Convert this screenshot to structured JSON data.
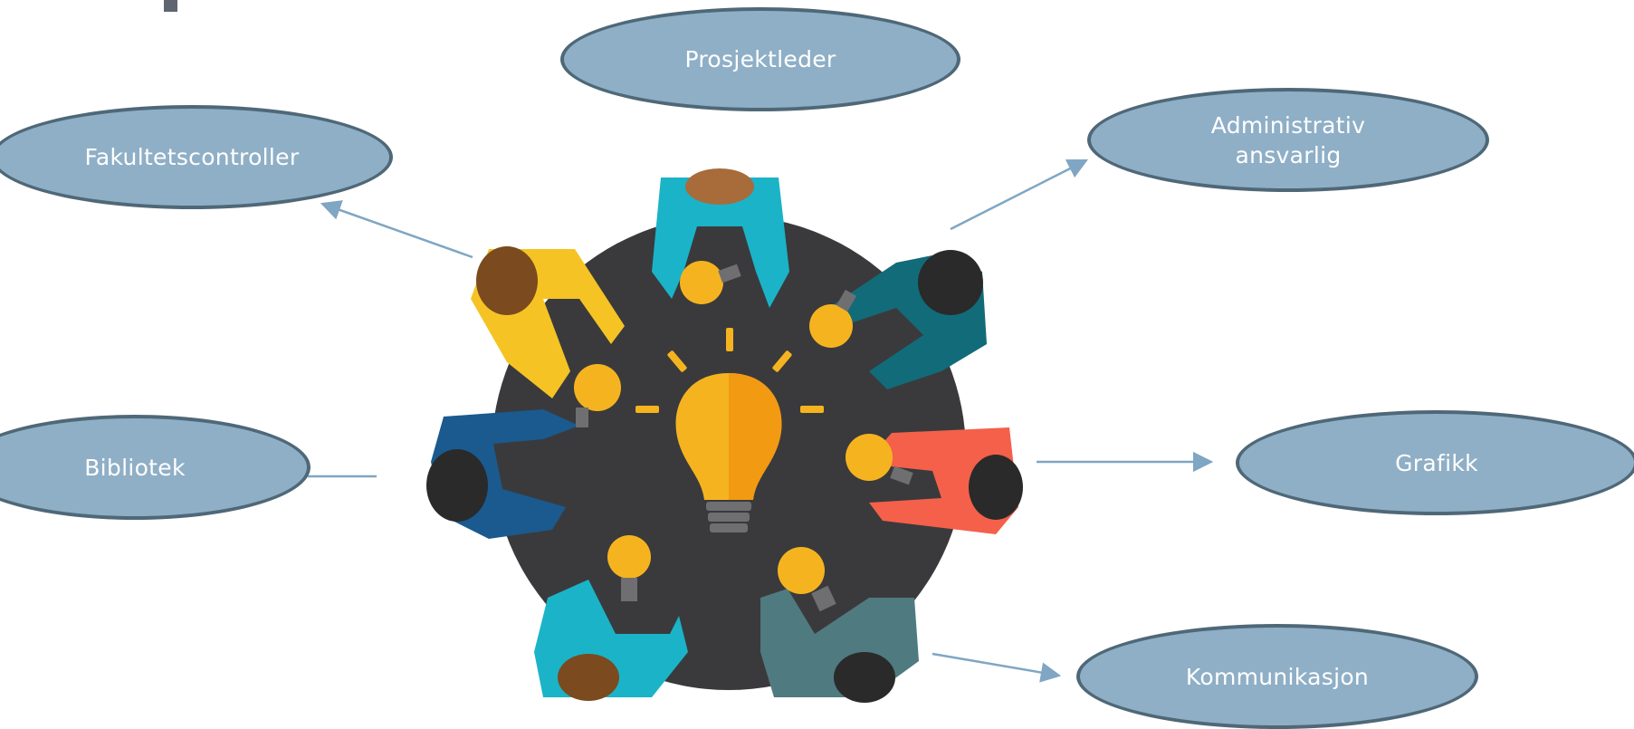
{
  "colors": {
    "node_fill": "#8fafc6",
    "node_border": "#4f6878",
    "arrow": "#7fa6c3",
    "table": "#3a3a3c",
    "bulb": "#f5b41f",
    "bulb_dark": "#f29a12",
    "bulb_base": "#6f6f71"
  },
  "roles": {
    "prosjektleder": "Prosjektleder",
    "fakultetscontroller": "Fakultetscontroller",
    "administrativ_line1": "Administrativ",
    "administrativ_line2": "ansvarlig",
    "bibliotek": "Bibliotek",
    "grafikk": "Grafikk",
    "kommunikasjon": "Kommunikasjon"
  },
  "illustration": {
    "subject": "team-meeting-round-table",
    "centerpiece": "lightbulb-icon"
  }
}
